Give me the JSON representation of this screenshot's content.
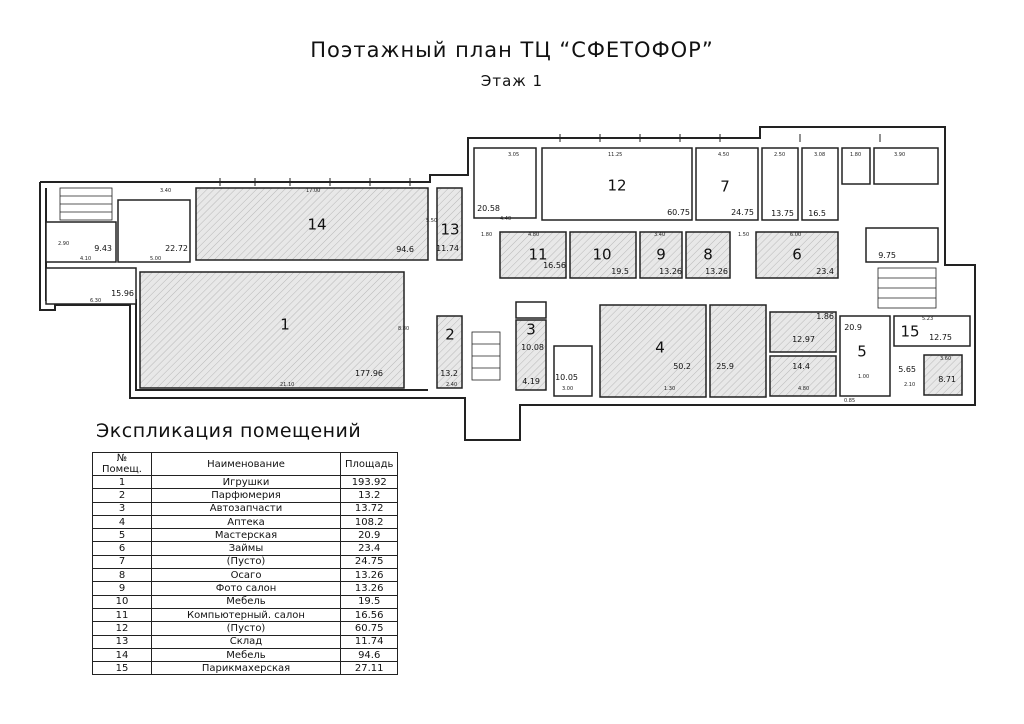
{
  "header": {
    "title": "Поэтажный план ТЦ “СФЕТОФОР”",
    "subtitle": "Этаж 1"
  },
  "legend": {
    "title": "Экспликация помещений",
    "columns": [
      "№ Помещ.",
      "Наименование",
      "Площадь"
    ],
    "rows": [
      {
        "num": "1",
        "name": "Игрушки",
        "area": "193.92"
      },
      {
        "num": "2",
        "name": "Парфюмерия",
        "area": "13.2"
      },
      {
        "num": "3",
        "name": "Автозапчасти",
        "area": "13.72"
      },
      {
        "num": "4",
        "name": "Аптека",
        "area": "108.2"
      },
      {
        "num": "5",
        "name": "Мастерская",
        "area": "20.9"
      },
      {
        "num": "6",
        "name": "Займы",
        "area": "23.4"
      },
      {
        "num": "7",
        "name": "(Пусто)",
        "area": "24.75"
      },
      {
        "num": "8",
        "name": "Осаго",
        "area": "13.26"
      },
      {
        "num": "9",
        "name": "Фото салон",
        "area": "13.26"
      },
      {
        "num": "10",
        "name": "Мебель",
        "area": "19.5"
      },
      {
        "num": "11",
        "name": "Компьютерный. салон",
        "area": "16.56"
      },
      {
        "num": "12",
        "name": "(Пусто)",
        "area": "60.75"
      },
      {
        "num": "13",
        "name": "Склад",
        "area": "11.74"
      },
      {
        "num": "14",
        "name": "Мебель",
        "area": "94.6"
      },
      {
        "num": "15",
        "name": "Парикмахерская",
        "area": "27.11"
      }
    ]
  },
  "plan": {
    "rooms": [
      {
        "num": "1",
        "area": "177.96"
      },
      {
        "num": "2",
        "area": "13.2"
      },
      {
        "num": "3",
        "area": "10.08"
      },
      {
        "num": "4",
        "area": "50.2"
      },
      {
        "num": "5",
        "area": "20.9"
      },
      {
        "num": "6",
        "area": "23.4"
      },
      {
        "num": "7",
        "area": "24.75"
      },
      {
        "num": "8",
        "area": "13.26"
      },
      {
        "num": "9",
        "area": "13.26"
      },
      {
        "num": "10",
        "area": "19.5"
      },
      {
        "num": "11",
        "area": "16.56"
      },
      {
        "num": "12",
        "area": "60.75"
      },
      {
        "num": "13",
        "area": "11.74"
      },
      {
        "num": "14",
        "area": "94.6"
      },
      {
        "num": "15",
        "area": "12.75"
      }
    ],
    "extra_areas": [
      "9.43",
      "22.72",
      "15.96",
      "20.58",
      "13.75",
      "16.5",
      "9.75",
      "25.9",
      "12.97",
      "14.4",
      "1.86",
      "8.71",
      "5.65",
      "4.19",
      "10.05"
    ],
    "dimensions": [
      "3.40",
      "17.00",
      "11.25",
      "3.05",
      "4.50",
      "2.50",
      "3.08",
      "1.80",
      "3.90",
      "5.00",
      "4.10",
      "2.90",
      "6.30",
      "21.10",
      "2.40",
      "5.50",
      "8.80",
      "4.80",
      "3.40",
      "6.00",
      "1.50",
      "4.40",
      "1.80",
      "3.00",
      "1.30",
      "4.80",
      "5.23",
      "3.60",
      "2.10",
      "0.85",
      "1.00"
    ]
  },
  "colors": {
    "line": "#222222",
    "hatch": "#bdbdbd",
    "fill": "#e6e6e6"
  }
}
